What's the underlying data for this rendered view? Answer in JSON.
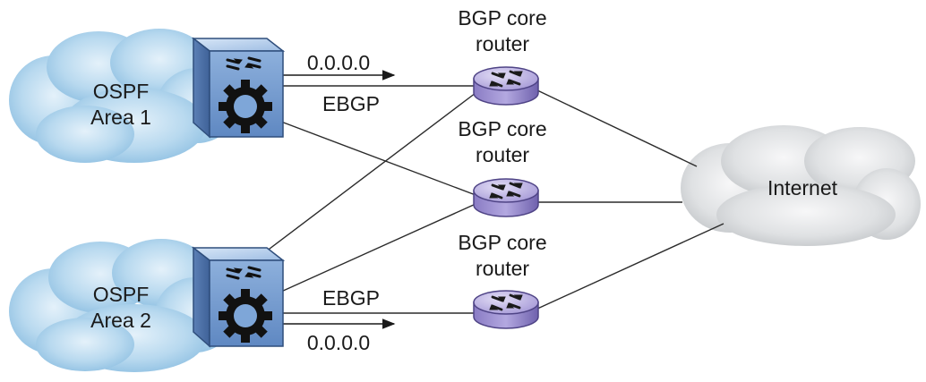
{
  "clouds": {
    "area1": {
      "line1": "OSPF",
      "line2": "Area 1",
      "color": "#a9cfe9"
    },
    "area2": {
      "line1": "OSPF",
      "line2": "Area 2",
      "color": "#a9cfe9"
    },
    "internet": {
      "label": "Internet",
      "color": "#d6d8da"
    }
  },
  "switches": {
    "color": "#7ba3d6",
    "icon": "switch-gear-icon"
  },
  "routers": {
    "color": "#9a8fd0",
    "icon": "router-arrows-icon",
    "top": {
      "line1": "BGP core",
      "line2": "router"
    },
    "middle": {
      "line1": "BGP core",
      "line2": "router"
    },
    "bottom": {
      "line1": "BGP core",
      "line2": "router"
    }
  },
  "links": {
    "area1_route": "0.0.0.0",
    "area1_protocol": "EBGP",
    "area2_protocol": "EBGP",
    "area2_route": "0.0.0.0"
  }
}
